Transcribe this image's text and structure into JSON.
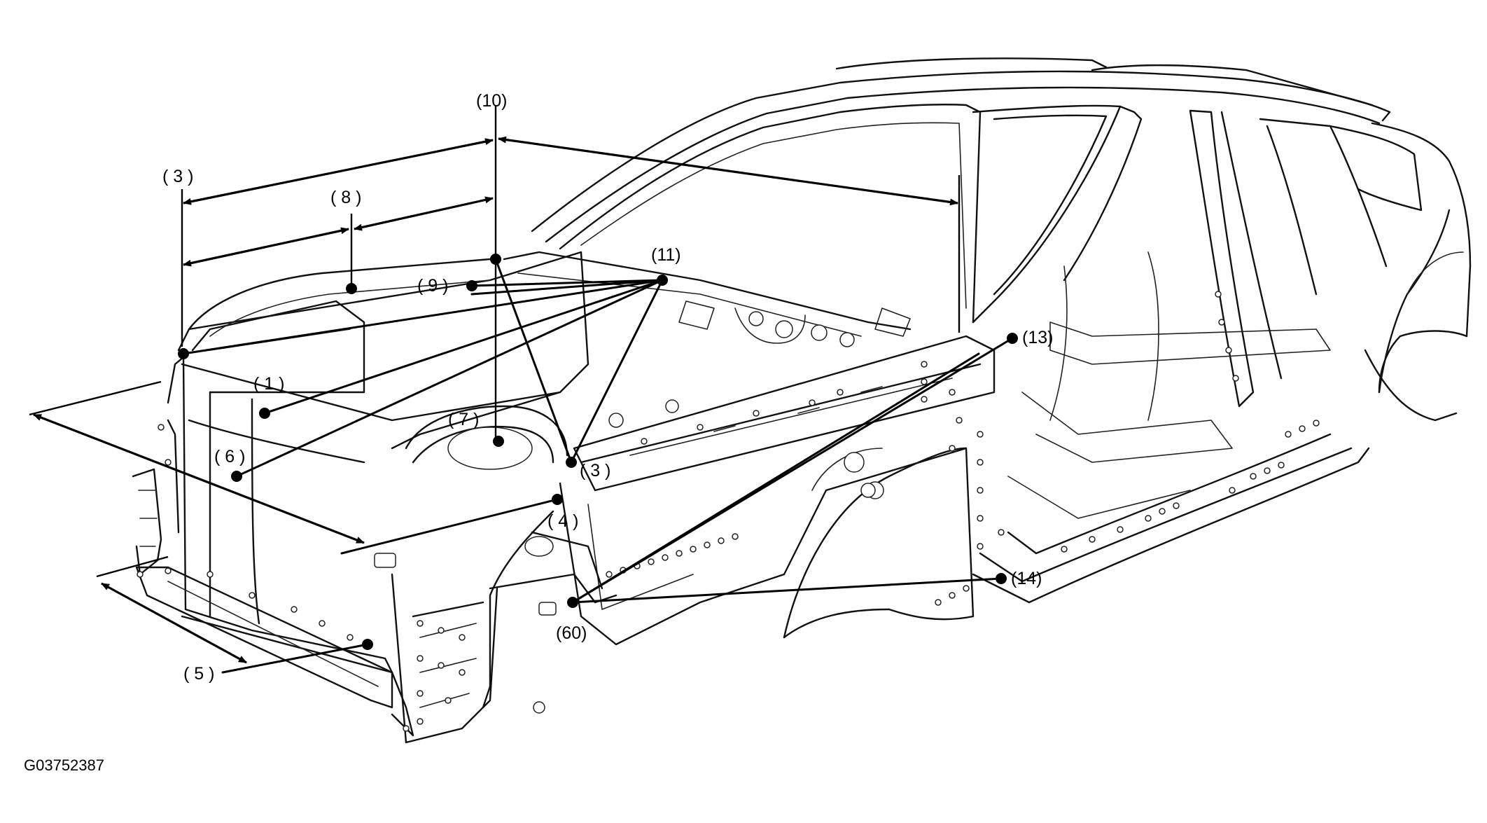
{
  "figure_id": "G03752387",
  "labels": {
    "l1": "( 1 )",
    "l3a": "( 3 )",
    "l3b": "( 3 )",
    "l4": "( 4 )",
    "l5": "( 5 )",
    "l6": "( 6 )",
    "l7": "( 7 )",
    "l8": "( 8 )",
    "l9": "( 9 )",
    "l10": "(10)",
    "l11": "(11)",
    "l13": "(13)",
    "l14": "(14)",
    "l60": "(60)"
  }
}
